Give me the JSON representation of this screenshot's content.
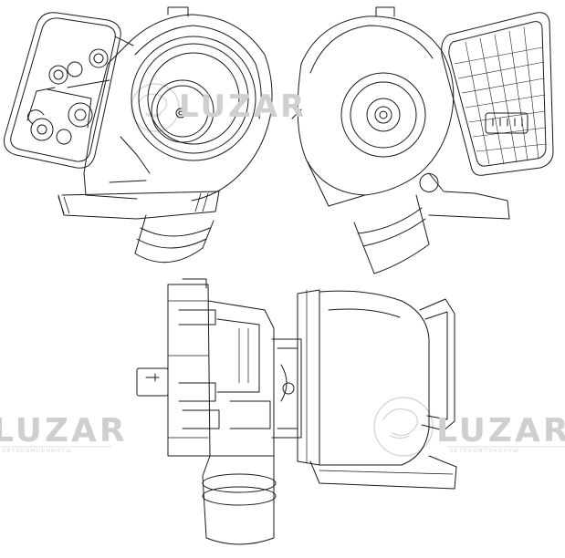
{
  "watermark": {
    "brand": "LUZAR",
    "tagline": "автокомпоненты",
    "color": "#cfcfcf"
  },
  "drawing": {
    "line_color": "#1a1a1a",
    "views": [
      {
        "id": "view-front-left",
        "component": "turbocharger compressor side with vacuum actuator"
      },
      {
        "id": "view-front-right",
        "component": "turbocharger turbine side with electronic actuator"
      },
      {
        "id": "view-side",
        "component": "turbocharger side elevation"
      }
    ]
  }
}
